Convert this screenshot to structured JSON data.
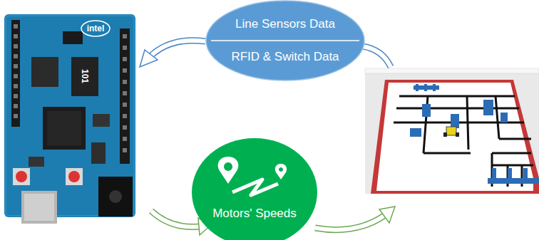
{
  "diagram": {
    "nodes": [
      {
        "text": [
          "Line Sensors Data",
          "RFID & Switch Data"
        ]
      },
      {
        "text": [
          "Motors' Speeds"
        ]
      }
    ],
    "labels": [
      "intel",
      "101"
    ]
  }
}
